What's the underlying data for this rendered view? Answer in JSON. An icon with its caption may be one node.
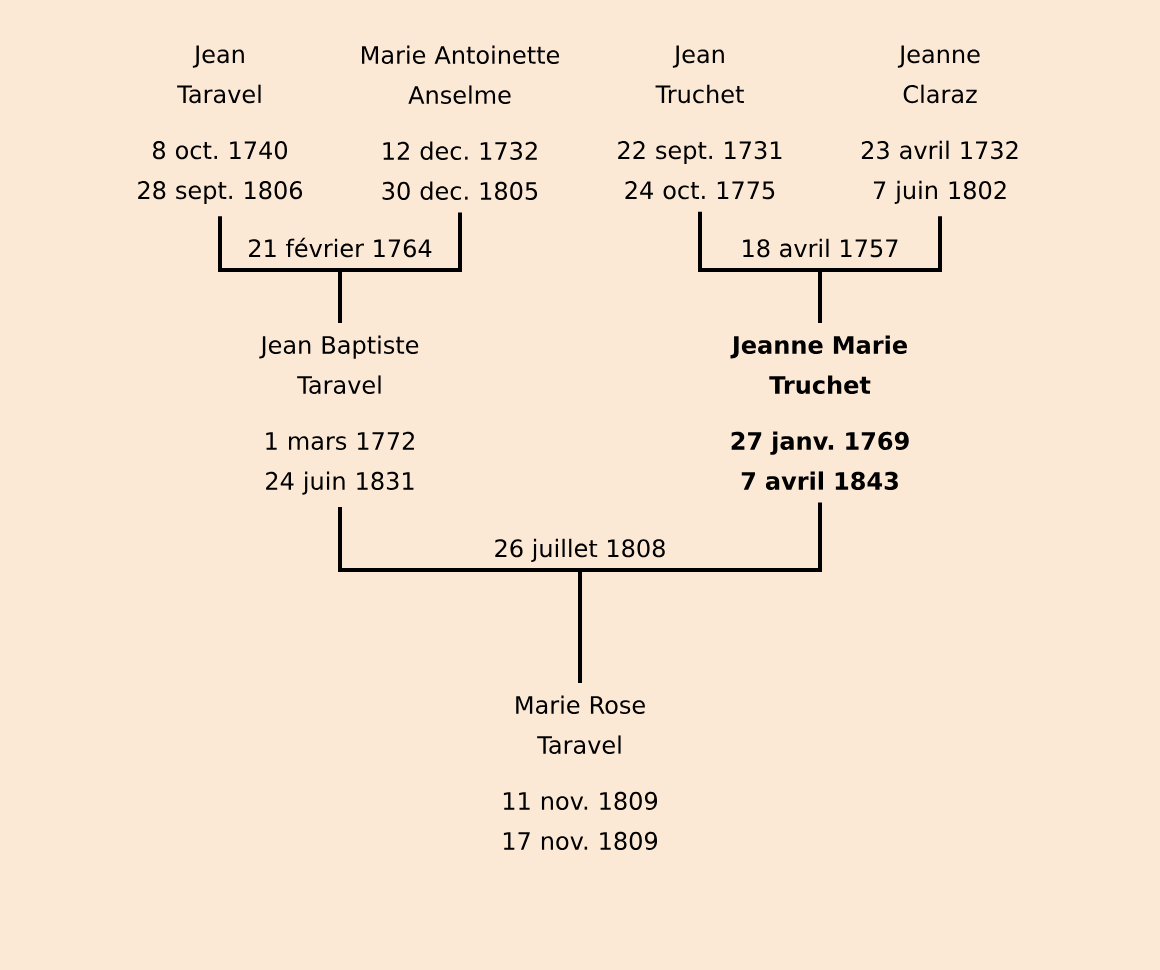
{
  "diagram": {
    "nodes": [
      {
        "text": [
          "Jean Taravel",
          "8 oct. 1740",
          "28 sept. 1806"
        ]
      },
      {
        "text": [
          "Marie Antoinette Anselme",
          "12 dec. 1732",
          "30 dec. 1805"
        ]
      },
      {
        "text": [
          "Jean Truchet",
          "22 sept. 1731",
          "24 oct. 1775"
        ]
      },
      {
        "text": [
          "Jeanne Claraz",
          "23 avril 1732",
          "7 juin 1802"
        ]
      },
      {
        "text": [
          "Jean Baptiste Taravel",
          "1 mars 1772",
          "24 juin 1831"
        ]
      },
      {
        "text": [
          "Jeanne Marie Truchet",
          "27 janv. 1769",
          "7 avril 1843"
        ]
      },
      {
        "text": [
          "Marie Rose Taravel",
          "11 nov. 1809",
          "17 nov. 1809"
        ]
      }
    ],
    "edges": [
      {
        "from": 0,
        "to": 4,
        "arrow": "none",
        "label": "21 février 1764"
      },
      {
        "from": 1,
        "to": 4,
        "arrow": "none"
      },
      {
        "from": 2,
        "to": 5,
        "arrow": "none",
        "label": "18 avril 1757"
      },
      {
        "from": 3,
        "to": 5,
        "arrow": "none"
      },
      {
        "from": 4,
        "to": 6,
        "arrow": "none",
        "label": "26 juillet 1808"
      },
      {
        "from": 5,
        "to": 6,
        "arrow": "none"
      }
    ]
  }
}
